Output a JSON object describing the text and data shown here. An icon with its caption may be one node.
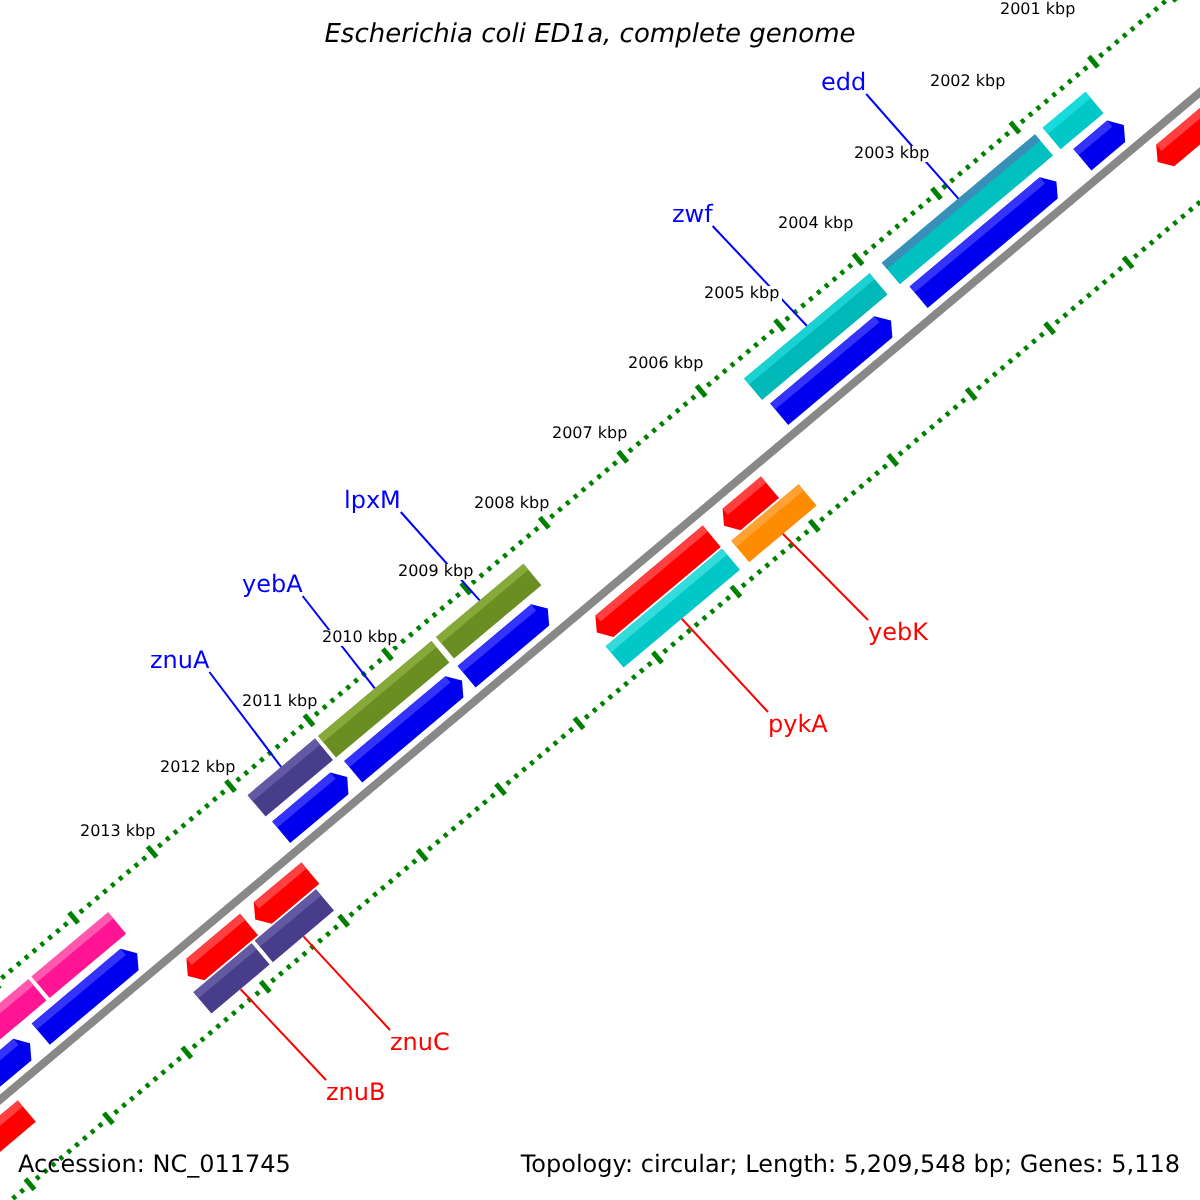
{
  "diagram": {
    "title": "Escherichia coli ED1a, complete genome",
    "nodes": [
      {
        "text": [
          "edd"
        ]
      },
      {
        "text": [
          "zwf"
        ]
      },
      {
        "text": [
          "lpxM"
        ]
      },
      {
        "text": [
          "yebA"
        ]
      },
      {
        "text": [
          "znuA"
        ]
      },
      {
        "text": [
          "yebK"
        ]
      },
      {
        "text": [
          "pykA"
        ]
      },
      {
        "text": [
          "znuC"
        ]
      },
      {
        "text": [
          "znuB"
        ]
      },
      {
        "text": [],
        "shape": "bar"
      },
      {
        "text": [],
        "shape": "bar"
      },
      {
        "text": [],
        "shape": "bar"
      },
      {
        "text": [],
        "shape": "bar"
      },
      {
        "text": [],
        "shape": "bar"
      },
      {
        "text": [],
        "shape": "bar"
      },
      {
        "text": [],
        "shape": "bar"
      },
      {
        "text": [],
        "shape": "bar"
      },
      {
        "text": [],
        "shape": "bar"
      }
    ],
    "edges": [
      {
        "from": 0,
        "to": 9,
        "arrow": "none"
      },
      {
        "from": 1,
        "to": 10,
        "arrow": "none"
      },
      {
        "from": 2,
        "to": 11,
        "arrow": "none"
      },
      {
        "from": 3,
        "to": 12,
        "arrow": "none"
      },
      {
        "from": 4,
        "to": 13,
        "arrow": "none"
      },
      {
        "from": 5,
        "to": 14,
        "arrow": "none",
        "color": "#ff0000"
      },
      {
        "from": 6,
        "to": 15,
        "arrow": "none",
        "color": "#ff0000"
      },
      {
        "from": 7,
        "to": 16,
        "arrow": "none",
        "color": "#ff0000"
      },
      {
        "from": 8,
        "to": 17,
        "arrow": "none",
        "color": "#ff0000"
      }
    ],
    "labels": [
      "2001 kbp",
      "2002 kbp",
      "2003 kbp",
      "2004 kbp",
      "2005 kbp",
      "2006 kbp",
      "2007 kbp",
      "2008 kbp",
      "2009 kbp",
      "2010 kbp",
      "2011 kbp",
      "2012 kbp",
      "2013 kbp",
      "Accession: NC_011745",
      "Topology: circular; Length: 5,209,548 bp; Genes: 5,118"
    ]
  }
}
